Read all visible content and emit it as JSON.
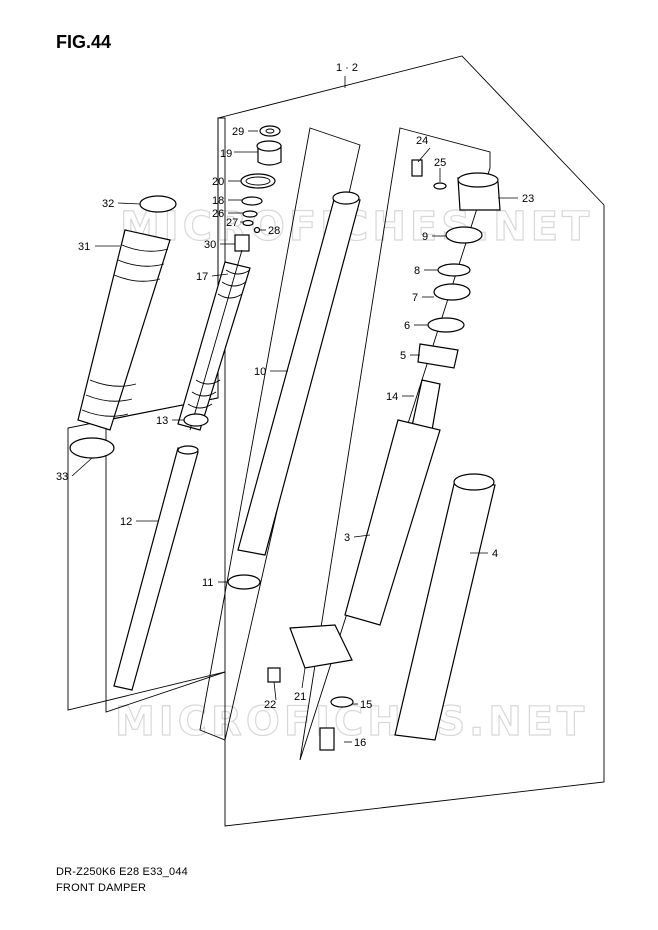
{
  "figure": {
    "title": "FIG.44"
  },
  "footer": {
    "code": "DR-Z250K6 E28 E33_044",
    "name": "FRONT DAMPER"
  },
  "assembly_label": "1 · 2",
  "watermark": "MICROFICHES.NET",
  "labels": {
    "p3": "3",
    "p4": "4",
    "p5": "5",
    "p6": "6",
    "p7": "7",
    "p8": "8",
    "p9": "9",
    "p10": "10",
    "p11": "11",
    "p12": "12",
    "p13": "13",
    "p14": "14",
    "p15": "15",
    "p16": "16",
    "p17": "17",
    "p18": "18",
    "p19": "19",
    "p20": "20",
    "p21": "21",
    "p22": "22",
    "p23": "23",
    "p24": "24",
    "p25": "25",
    "p26": "26",
    "p27": "27",
    "p28": "28",
    "p29": "29",
    "p30": "30",
    "p31": "31",
    "p32": "32",
    "p33": "33"
  }
}
